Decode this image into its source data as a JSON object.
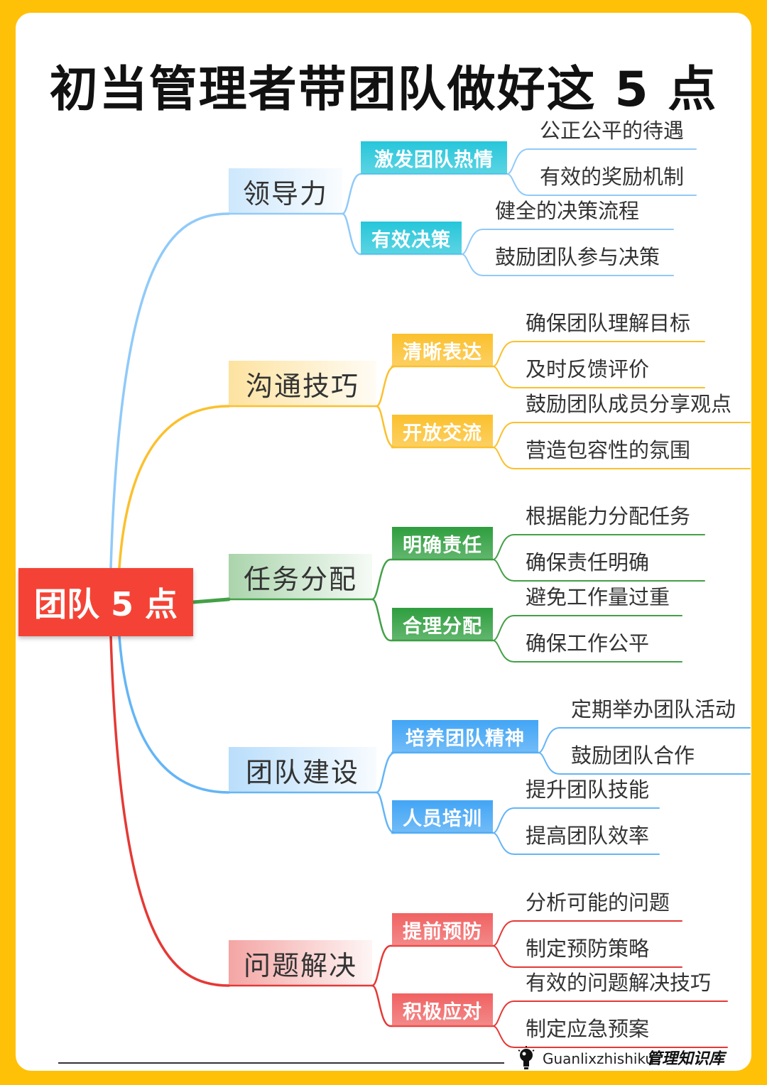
{
  "title": "初当管理者带团队做好这 5 点",
  "root": "团队 5 点",
  "branches": [
    {
      "label": "领导力",
      "color": "#90CAF9",
      "subs": [
        {
          "label": "激发团队热情",
          "color": "#26C6DA",
          "leaves": [
            "公正公平的待遇",
            "有效的奖励机制"
          ]
        },
        {
          "label": "有效决策",
          "color": "#26C6DA",
          "leaves": [
            "健全的决策流程",
            "鼓励团队参与决策"
          ]
        }
      ]
    },
    {
      "label": "沟通技巧",
      "color": "#FBC02D",
      "subs": [
        {
          "label": "清晰表达",
          "color": "#FBC02D",
          "leaves": [
            "确保团队理解目标",
            "及时反馈评价"
          ]
        },
        {
          "label": "开放交流",
          "color": "#FBC02D",
          "leaves": [
            "鼓励团队成员分享观点",
            "营造包容性的氛围"
          ]
        }
      ]
    },
    {
      "label": "任务分配",
      "color": "#43A047",
      "subs": [
        {
          "label": "明确责任",
          "color": "#2E9E3E",
          "leaves": [
            "根据能力分配任务",
            "确保责任明确"
          ]
        },
        {
          "label": "合理分配",
          "color": "#2E9E3E",
          "leaves": [
            "避免工作量过重",
            "确保工作公平"
          ]
        }
      ]
    },
    {
      "label": "团队建设",
      "color": "#64B5F6",
      "subs": [
        {
          "label": "培养团队精神",
          "color": "#42A5F5",
          "leaves": [
            "定期举办团队活动",
            "鼓励团队合作"
          ]
        },
        {
          "label": "人员培训",
          "color": "#42A5F5",
          "leaves": [
            "提升团队技能",
            "提高团队效率"
          ]
        }
      ]
    },
    {
      "label": "问题解决",
      "color": "#E53935",
      "subs": [
        {
          "label": "提前预防",
          "color": "#F06262",
          "leaves": [
            "分析可能的问题",
            "制定预防策略"
          ]
        },
        {
          "label": "积极应对",
          "color": "#F06262",
          "leaves": [
            "有效的问题解决技巧",
            "制定应急预案"
          ]
        }
      ]
    }
  ],
  "footer": {
    "site": "Guanlixzhishiku",
    "brand": "管理知识库",
    "icon": "lightbulb-icon"
  }
}
